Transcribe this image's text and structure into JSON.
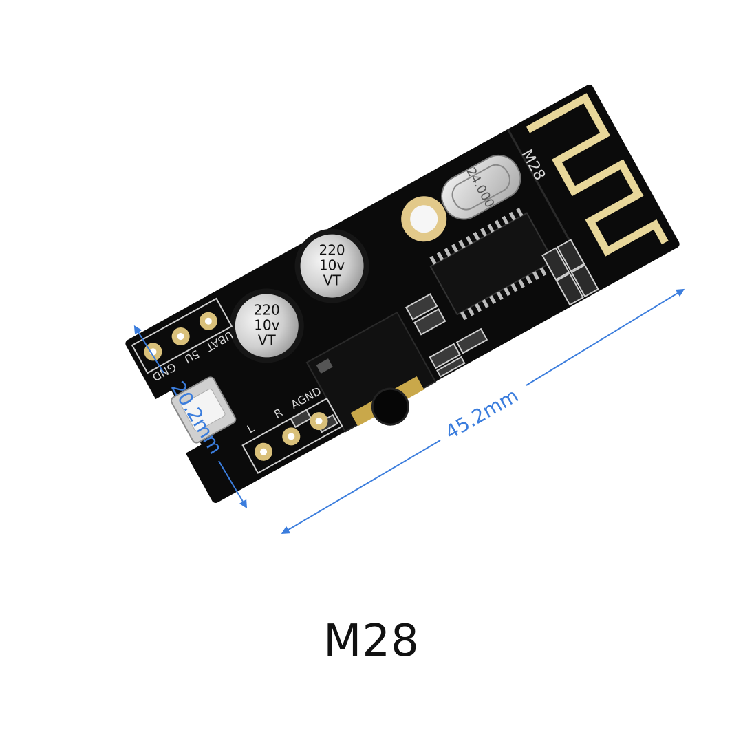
{
  "product": {
    "name": "M28",
    "board_label": "M28",
    "crystal_label": "24.000"
  },
  "dimensions": {
    "length": "45.2mm",
    "width": "20.2mm"
  },
  "capacitors": [
    {
      "value": "220",
      "voltage": "10v",
      "series": "VT"
    },
    {
      "value": "220",
      "voltage": "10v",
      "series": "VT"
    }
  ],
  "pin_labels": {
    "power": [
      "GND",
      "5U",
      "UBAT"
    ],
    "audio": [
      "L",
      "R",
      "AGND"
    ]
  },
  "colors": {
    "pcb": "#0b0b0b",
    "silkscreen": "#d8d8d8",
    "antenna": "#e8d79a",
    "dimension_lines": "#3b7ddd",
    "pad_gold": "#d9c07a"
  }
}
